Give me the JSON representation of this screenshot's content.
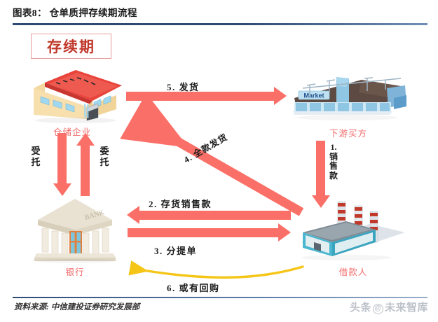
{
  "header": {
    "title": "图表8： 仓单质押存续期流程"
  },
  "figure": {
    "stage_badge": "存续期",
    "nodes": [
      {
        "id": "warehouse",
        "label": "仓储企业",
        "icon": "warehouse-building-icon"
      },
      {
        "id": "buyer",
        "label": "下游买方",
        "icon": "market-building-icon",
        "icon_text": "Market"
      },
      {
        "id": "bank",
        "label": "银行",
        "icon": "bank-building-icon",
        "icon_text": "BANK"
      },
      {
        "id": "borrower",
        "label": "借款人",
        "icon": "factory-building-icon"
      }
    ],
    "flows": [
      {
        "id": "flow-5",
        "label": "5. 发货",
        "direction": "right",
        "color": "#fa7068"
      },
      {
        "id": "flow-1",
        "label": "1. 销售款",
        "direction": "down",
        "color": "#fa7068"
      },
      {
        "id": "flow-4",
        "label": "4. 全款发货",
        "direction": "up-left",
        "color": "#fa7068"
      },
      {
        "id": "flow-2",
        "label": "2. 存货销售款",
        "direction": "left",
        "color": "#fa7068"
      },
      {
        "id": "flow-3",
        "label": "3. 分提单",
        "direction": "right",
        "color": "#fa7068"
      },
      {
        "id": "flow-6",
        "label": "6. 或有回购",
        "direction": "left-curved",
        "color": "#f5c518"
      }
    ],
    "side_flows": [
      {
        "id": "entrusted",
        "label": "受托",
        "direction": "down"
      },
      {
        "id": "entrust",
        "label": "委托",
        "direction": "up"
      }
    ]
  },
  "footer": {
    "source": "资料来源: 中信建投证券研究发展部",
    "watermark_left": "头条",
    "watermark_at": "@",
    "watermark_right": "未来智库"
  },
  "colors": {
    "arrow_red": "#fa7068",
    "arrow_yellow": "#f5c518",
    "label_red": "#f26d6d",
    "rule_blue": "#2e4c73"
  }
}
